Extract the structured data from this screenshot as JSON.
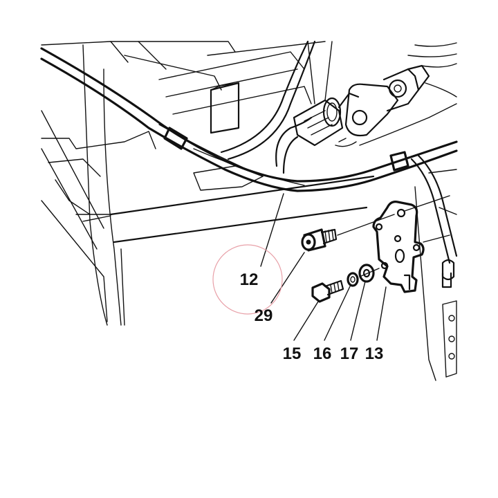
{
  "diagram": {
    "callouts": [
      {
        "id": "c12",
        "label": "12"
      },
      {
        "id": "c29",
        "label": "29"
      },
      {
        "id": "c15",
        "label": "15"
      },
      {
        "id": "c16",
        "label": "16"
      },
      {
        "id": "c17",
        "label": "17"
      },
      {
        "id": "c13",
        "label": "13"
      }
    ],
    "highlight_color": "#e8a0a8",
    "line_color": "#111111"
  }
}
